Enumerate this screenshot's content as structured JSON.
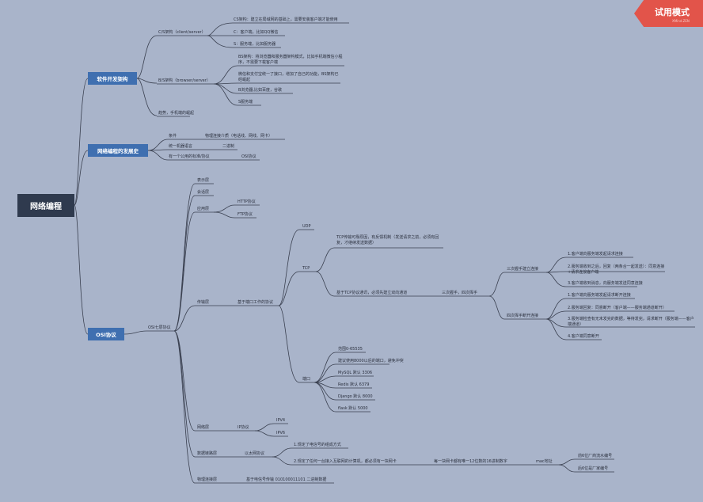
{
  "badge": {
    "title": "试用模式",
    "sub": "XMind.ZEN"
  },
  "root": "网络编程",
  "b1": {
    "title": "软件开发架构",
    "cs": "C/S架构（client/server）",
    "cs_items": [
      "CS架构：建立在局域网的基础上，需要安装客户端才能使用",
      "C：客户端，比如QQ微信",
      "S：服务端，比如服务器"
    ],
    "bs": "B/S架构（browser/server）",
    "bs_items": [
      "BS架构：将浏览器和服务器架构模式，比如手机端微信小程序，不需要下载客户端",
      "微信和支付宝统一了接口，增加了自己的功能，BS架构已经崛起",
      "B浏览器,比如百度，谷歌",
      "S服务端"
    ],
    "future": "趋势，手机端的崛起"
  },
  "b2": {
    "title": "网络编程的发展史",
    "rows": [
      {
        "a": "条件",
        "b": "物理连接介质（电话线、网线、网卡）"
      },
      {
        "a": "统一机器语言",
        "b": "二进制"
      },
      {
        "a": "有一个公用的标准/协议",
        "b": "OSI协议"
      }
    ]
  },
  "b3": {
    "title": "OSI协议",
    "label": "OSI七层协议",
    "layers": [
      "表示层",
      "会话层",
      "应用层",
      "传输层",
      "网络层",
      "数据链路层",
      "物理连接层"
    ],
    "app": [
      "HTTP协议",
      "FTP协议"
    ],
    "transport_port": "基于端口工作的协议",
    "udp": "UDP",
    "tcp": "TCP",
    "tcp_desc": "TCP传输可靠原因，有反馈机制（发送请求之前，必须有回复，才继续发送数据）",
    "tcp_base": "基于TCP协议通讯，必须先建立双向通道",
    "handshake": "三次握手，四次挥手",
    "three": "三次握手建立连接",
    "three_items": [
      "1.客户端向服务端发起请求连接",
      "2.服务端收到之后，回复（两条合一起发送）：同意连接+请求连接客户端",
      "3.客户端收到消息，向服务端发送同意连接"
    ],
    "four": "四次挥手断开连接",
    "four_items": [
      "1.客户端向服务端发起请求断开连接",
      "2.服务端回复：同意断开（客户端——服务端通道断开）",
      "3.服务端检查有无未发完的数据，等待发完，请求断开（服务端——客户端通道）",
      "4.客户端同意断开"
    ],
    "port": "端口",
    "port_items": [
      "范围0-65535",
      "建议使用8000以后的端口，避免冲突",
      "MySQL 默认 3306",
      "Redis  默认 6379",
      "Django 默认 8000",
      "flask 默认 5000"
    ],
    "ip": "IP协议",
    "ip_items": [
      "IPV4",
      "IPV6"
    ],
    "ether": "以太网协议",
    "ether_items": [
      "1.规定了电信号的组成方式",
      "2.规定了任何一台接入互联网的计算机，都必须有一块网卡"
    ],
    "mac_desc": "每一块网卡都有唯一12位数的16进制数字",
    "mac": "mac地址",
    "mac_items": [
      "前6位厂商流水编号",
      "后6位是厂家编号"
    ],
    "phys": "基于电信号传输   010100011101   二进制数据"
  },
  "colors": {
    "bg": "#a9b4ca",
    "box": "#3f6fb0",
    "root": "#2f3a4e",
    "line": "#3a4050",
    "badge": "#e2544a"
  }
}
